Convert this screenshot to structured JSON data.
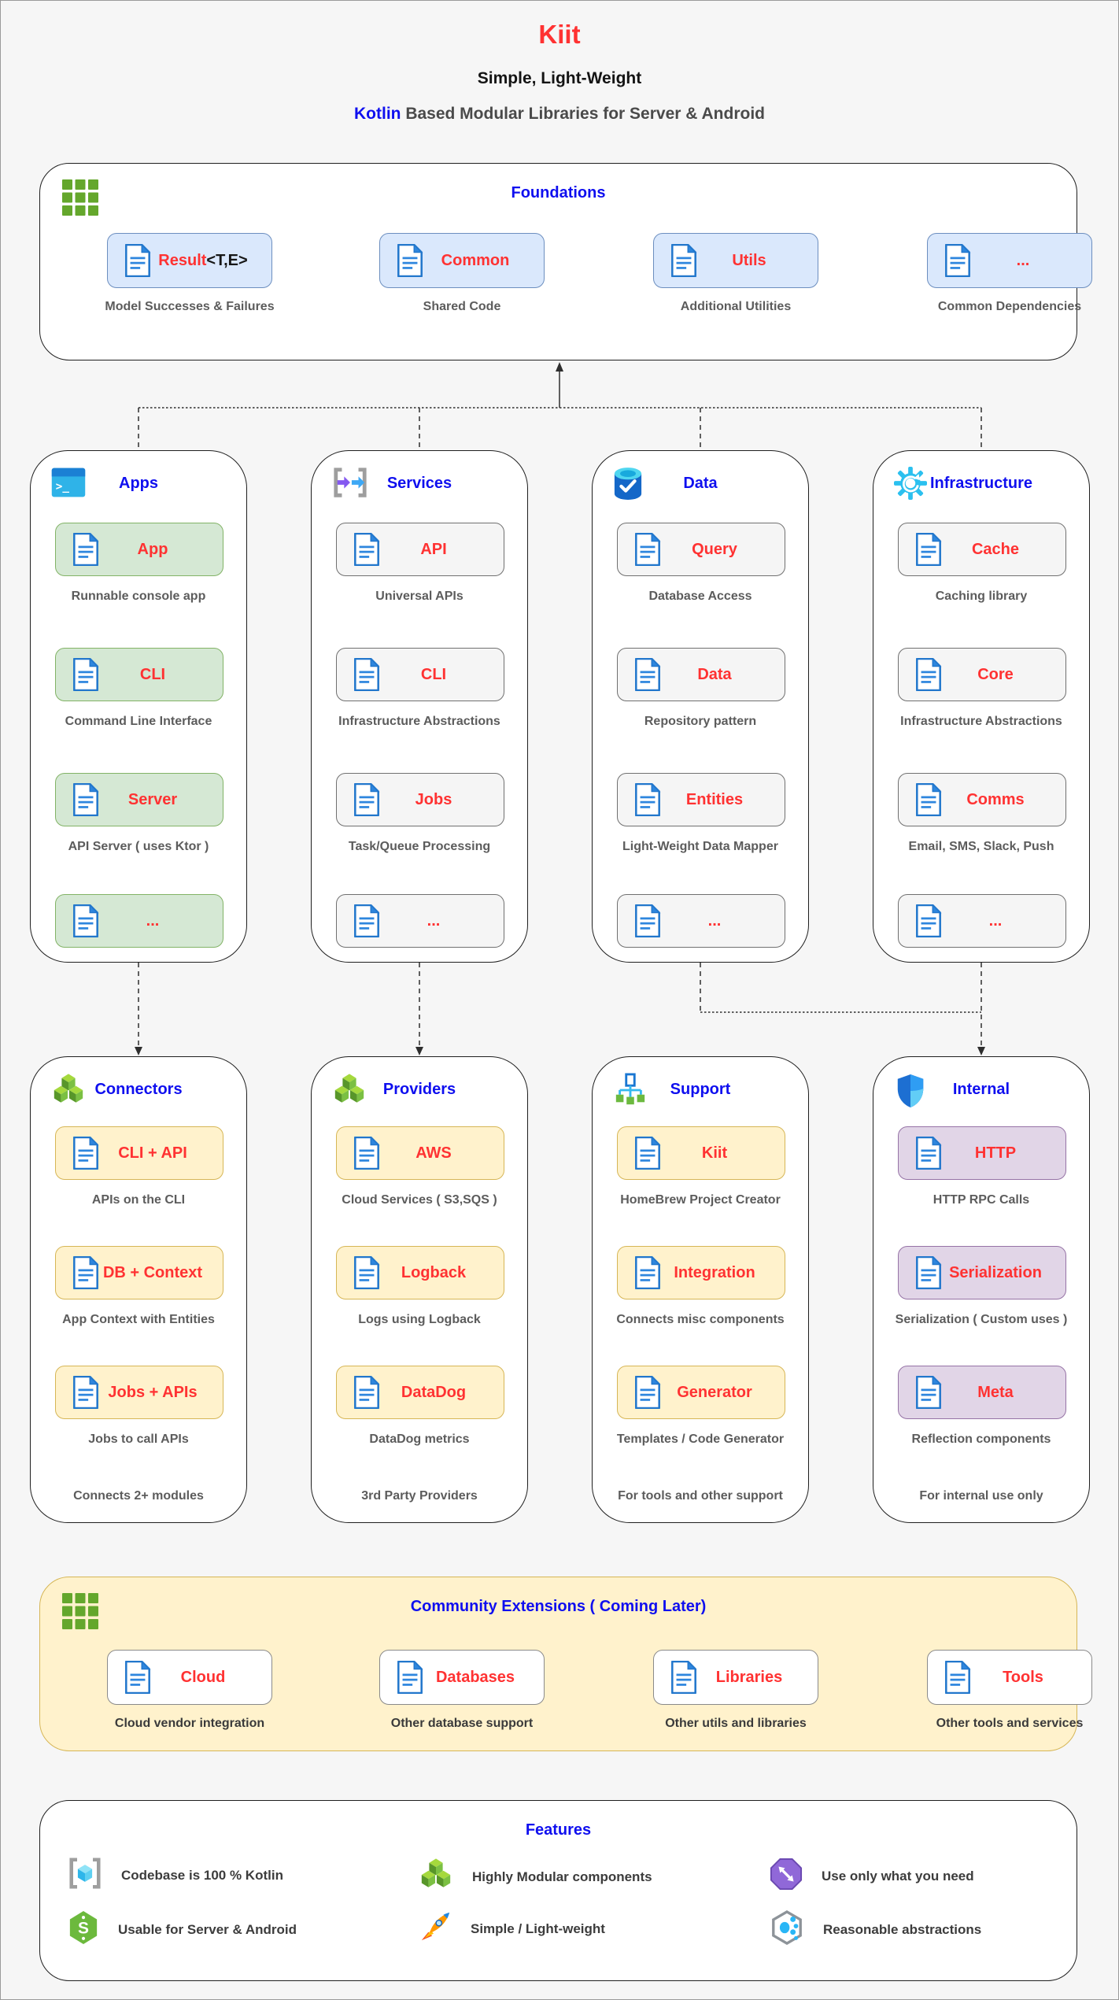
{
  "header": {
    "title": "Kiit",
    "subtitle": "Simple, Light-Weight",
    "tagline_highlight": "Kotlin",
    "tagline_rest": " Based Modular Libraries for Server & Android"
  },
  "foundations": {
    "title": "Foundations",
    "items": [
      {
        "label": "Result",
        "label_suffix": "<T,E>",
        "caption": "Model Successes & Failures"
      },
      {
        "label": "Common",
        "caption": "Shared Code"
      },
      {
        "label": "Utils",
        "caption": "Additional Utilities"
      },
      {
        "label": "...",
        "caption": "Common Dependencies"
      }
    ]
  },
  "module_columns": [
    {
      "title": "Apps",
      "icon": "terminal-icon",
      "items": [
        {
          "label": "App",
          "caption": "Runnable console app"
        },
        {
          "label": "CLI",
          "caption": "Command Line Interface"
        },
        {
          "label": "Server",
          "caption": "API Server ( uses Ktor )"
        },
        {
          "label": "..."
        }
      ]
    },
    {
      "title": "Services",
      "icon": "transform-arrows-icon",
      "items": [
        {
          "label": "API",
          "caption": "Universal APIs"
        },
        {
          "label": "CLI",
          "caption": "Infrastructure Abstractions"
        },
        {
          "label": "Jobs",
          "caption": "Task/Queue Processing"
        },
        {
          "label": "..."
        }
      ]
    },
    {
      "title": "Data",
      "icon": "database-icon",
      "items": [
        {
          "label": "Query",
          "caption": "Database Access"
        },
        {
          "label": "Data",
          "caption": "Repository pattern"
        },
        {
          "label": "Entities",
          "caption": "Light-Weight Data Mapper"
        },
        {
          "label": "..."
        }
      ]
    },
    {
      "title": "Infrastructure",
      "icon": "gear-icon",
      "items": [
        {
          "label": "Cache",
          "caption": "Caching library"
        },
        {
          "label": "Core",
          "caption": "Infrastructure Abstractions"
        },
        {
          "label": "Comms",
          "caption": "Email, SMS, Slack, Push"
        },
        {
          "label": "..."
        }
      ]
    }
  ],
  "group_columns": [
    {
      "title": "Connectors",
      "icon": "modular-cubes-icon",
      "footer": "Connects 2+ modules",
      "items": [
        {
          "label": "CLI + API",
          "caption": "APIs on the CLI"
        },
        {
          "label": "DB + Context",
          "caption": "App Context with Entities"
        },
        {
          "label": "Jobs + APIs",
          "caption": "Jobs to call APIs"
        }
      ]
    },
    {
      "title": "Providers",
      "icon": "modular-cubes-icon",
      "footer": "3rd Party Providers",
      "items": [
        {
          "label": "AWS",
          "caption": "Cloud Services ( S3,SQS )"
        },
        {
          "label": "Logback",
          "caption": "Logs using Logback"
        },
        {
          "label": "DataDog",
          "caption": "DataDog metrics"
        }
      ]
    },
    {
      "title": "Support",
      "icon": "sitemap-icon",
      "footer": "For tools and other support",
      "items": [
        {
          "label": "Kiit",
          "caption": "HomeBrew Project Creator"
        },
        {
          "label": "Integration",
          "caption": "Connects misc components"
        },
        {
          "label": "Generator",
          "caption": "Templates / Code Generator"
        }
      ]
    },
    {
      "title": "Internal",
      "icon": "shield-icon",
      "footer": "For internal use only",
      "items": [
        {
          "label": "HTTP",
          "caption": "HTTP RPC Calls"
        },
        {
          "label": "Serialization",
          "caption": "Serialization ( Custom uses )"
        },
        {
          "label": "Meta",
          "caption": "Reflection components"
        }
      ]
    }
  ],
  "community": {
    "title": "Community Extensions ( Coming Later)",
    "items": [
      {
        "label": "Cloud",
        "caption": "Cloud vendor integration"
      },
      {
        "label": "Databases",
        "caption": "Other database support"
      },
      {
        "label": "Libraries",
        "caption": "Other utils and libraries"
      },
      {
        "label": "Tools",
        "caption": "Other tools and services"
      }
    ]
  },
  "features": {
    "title": "Features",
    "items": [
      {
        "icon": "kotlin-cube-icon",
        "label": "Codebase is 100 % Kotlin"
      },
      {
        "icon": "modular-cubes-icon",
        "label": "Highly Modular components"
      },
      {
        "icon": "octagon-arrows-icon",
        "label": "Use only what you need"
      },
      {
        "icon": "hexagon-s-icon",
        "label": "Usable for Server & Android"
      },
      {
        "icon": "rocket-icon",
        "label": "Simple / Light-weight"
      },
      {
        "icon": "hex-dots-icon",
        "label": "Reasonable abstractions"
      }
    ]
  },
  "colors": {
    "accent_red": "#ff3232",
    "accent_blue": "#0f0fef",
    "caption_gray": "#5c5c5c",
    "box_blue_bg": "#dae8fc",
    "box_blue_border": "#6c8ebf",
    "box_green_bg": "#d5e8d4",
    "box_green_border": "#82b366",
    "box_gray_bg": "#f5f5f5",
    "box_gray_border": "#707070",
    "box_yellow_bg": "#fff2cc",
    "box_yellow_border": "#d6b656",
    "box_purple_bg": "#e1d5e7",
    "box_purple_border": "#9673a6"
  }
}
